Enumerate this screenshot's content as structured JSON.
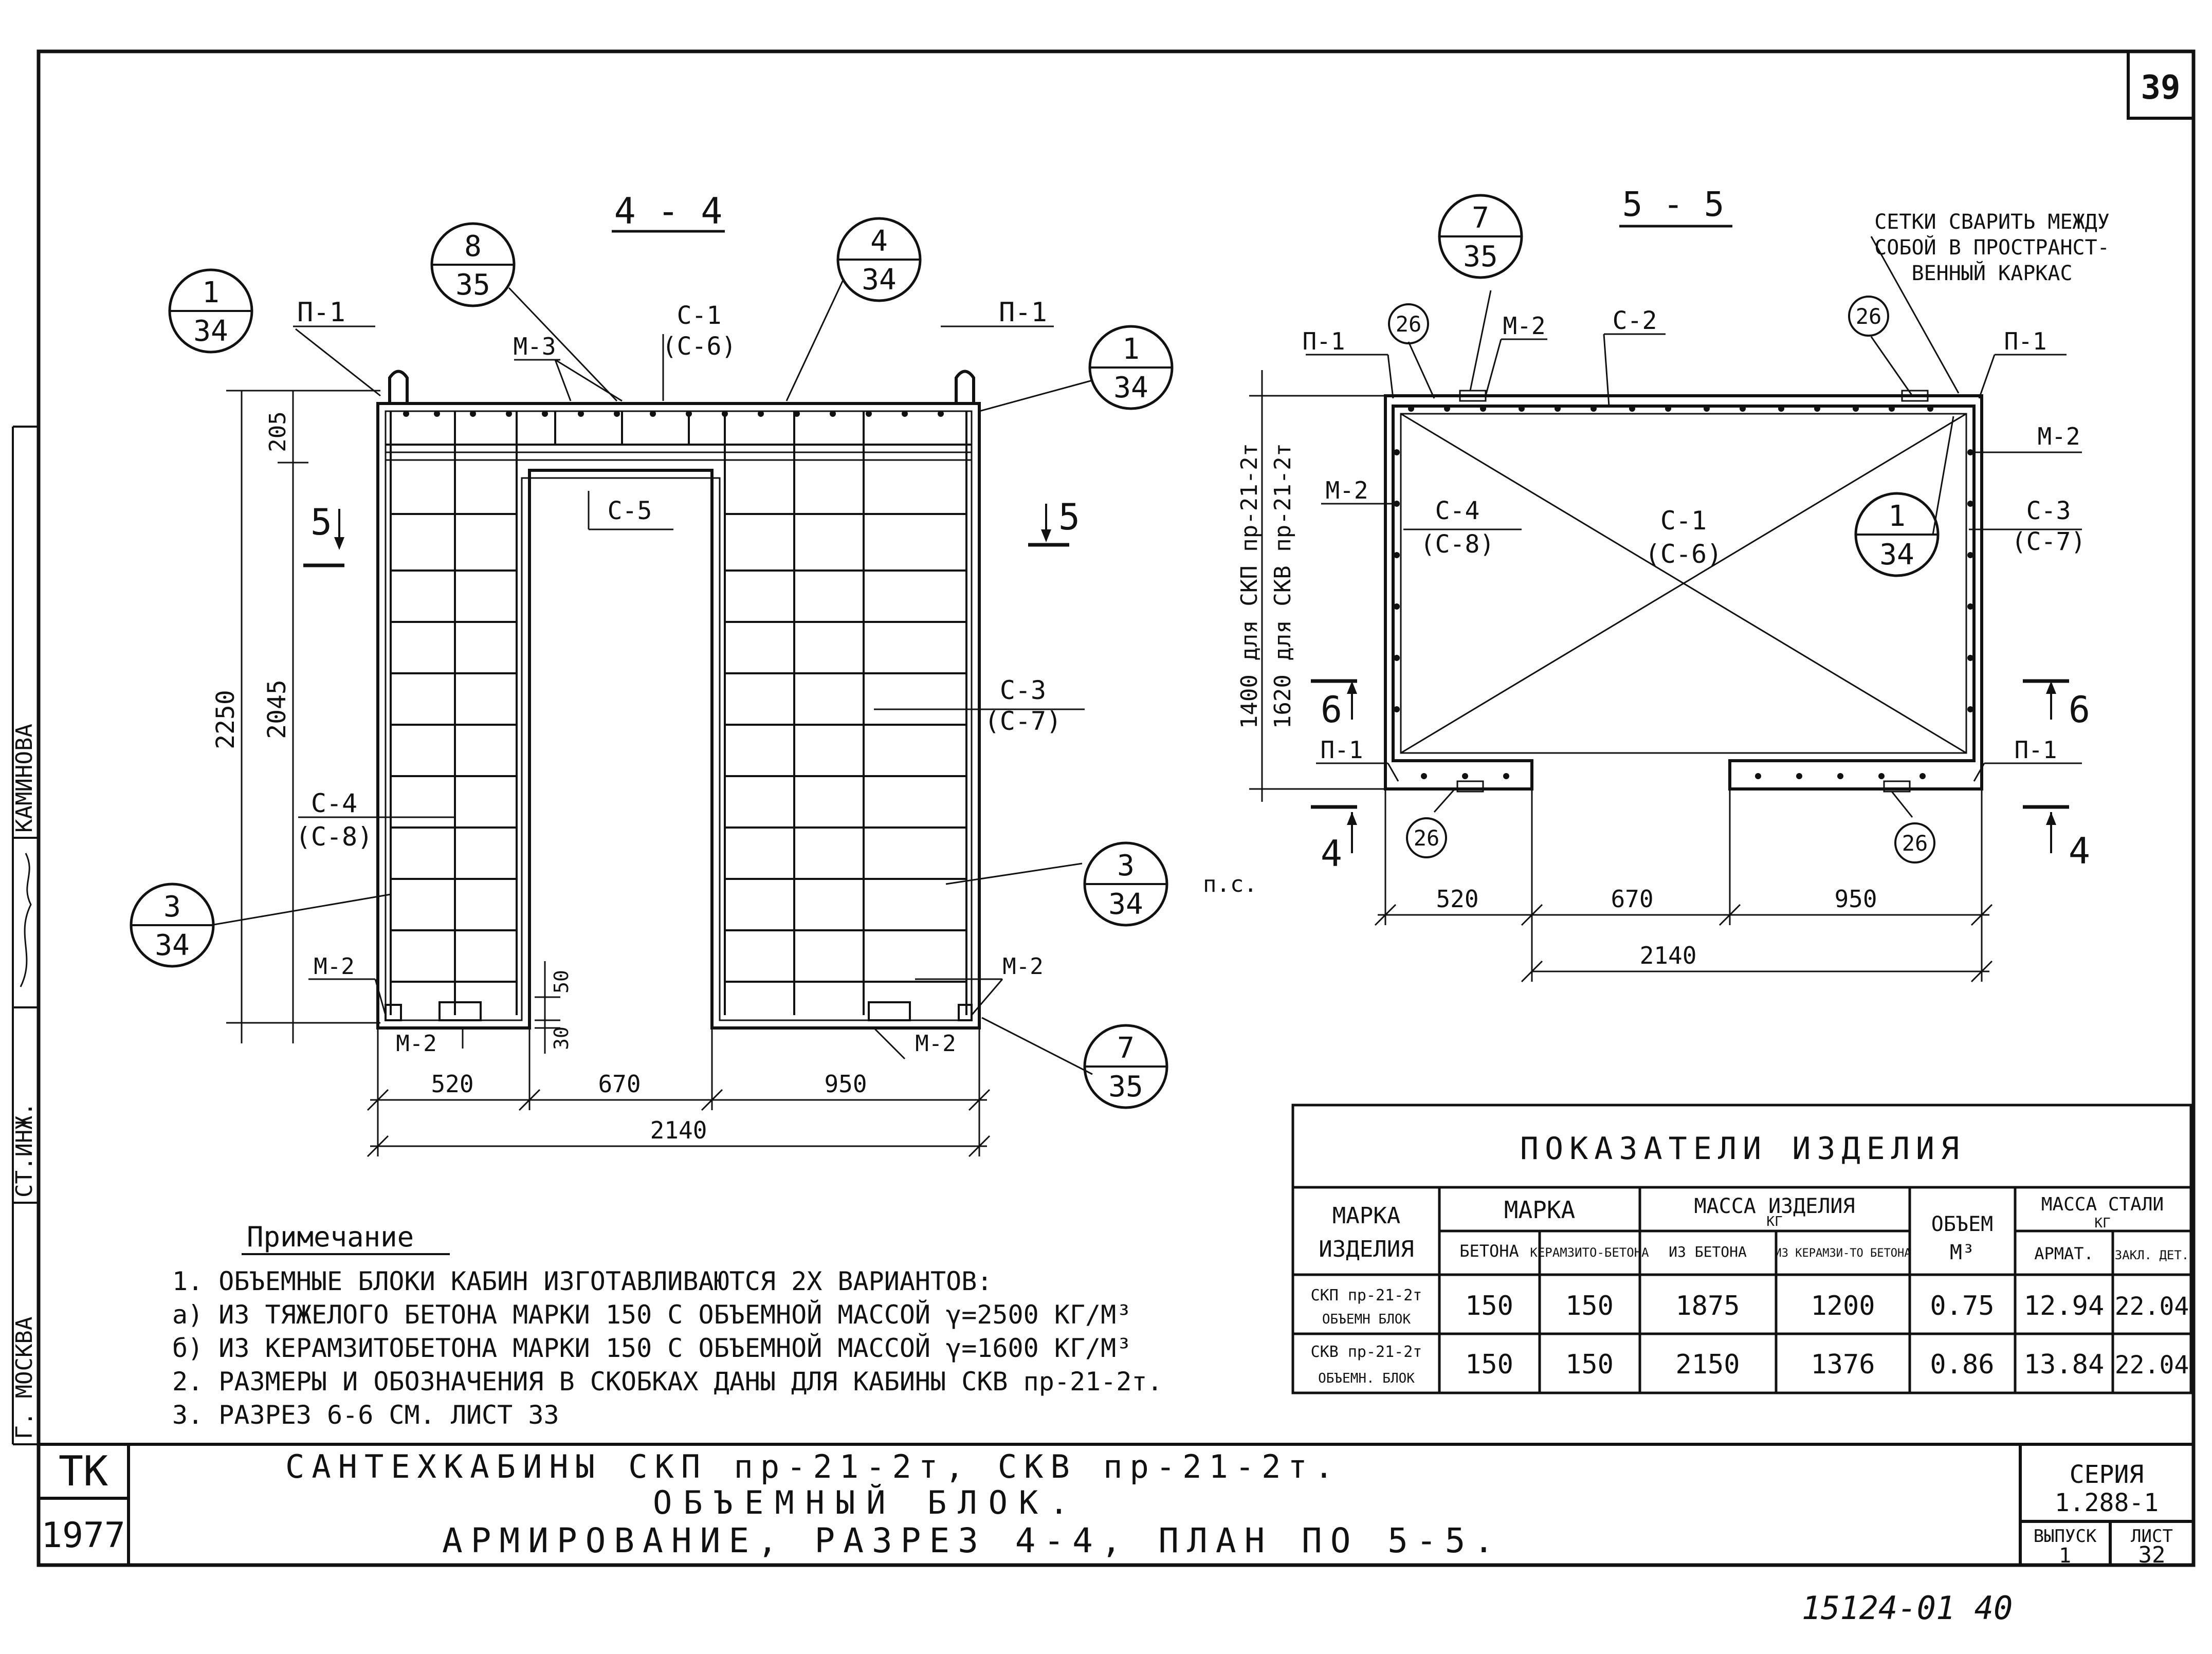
{
  "sheet": {
    "page_no": "39",
    "stamp_number": "15124-01 40",
    "left_margin": {
      "city": "Г. МОСКВА",
      "role": "СТ.ИНЖ.",
      "name": "КАМИНОВА"
    }
  },
  "section_4_4": {
    "title": "4 - 4",
    "callouts": [
      {
        "top": "1",
        "bottom": "34"
      },
      {
        "top": "8",
        "bottom": "35"
      },
      {
        "top": "4",
        "bottom": "34"
      },
      {
        "top": "1",
        "bottom": "34"
      },
      {
        "top": "3",
        "bottom": "34"
      },
      {
        "top": "3",
        "bottom": "34"
      },
      {
        "top": "7",
        "bottom": "35"
      }
    ],
    "labels": {
      "p1_left": "П-1",
      "p1_right": "П-1",
      "m3": "М-3",
      "c1": "С-1",
      "c6": "(С-6)",
      "c5": "С-5",
      "c3": "С-3",
      "c7": "(С-7)",
      "c4": "С-4",
      "c8": "(С-8)",
      "m2_left": "М-2",
      "m2_right": "М-2",
      "m2_bottom_left": "М-2",
      "m2_bottom_right": "М-2",
      "cut_left": "5",
      "cut_right": "5",
      "ps": "п.с."
    },
    "dims": {
      "h_total": "2250",
      "h_inner": "2045",
      "h_top": "205",
      "d50": "50",
      "d30": "30",
      "w1": "520",
      "w2": "670",
      "w3": "950",
      "w_total": "2140"
    }
  },
  "section_5_5": {
    "title": "5 - 5",
    "note": [
      "СЕТКИ СВАРИТЬ МЕЖДУ",
      "СОБОЙ В ПРОСТРАНСТ-",
      "ВЕННЫЙ КАРКАС"
    ],
    "callouts": [
      {
        "top": "7",
        "bottom": "35"
      },
      {
        "top": "1",
        "bottom": "34"
      }
    ],
    "small_circle": "26",
    "labels": {
      "p1_tl": "П-1",
      "p1_tr": "П-1",
      "p1_bl": "П-1",
      "p1_br": "П-1",
      "m2_top": "М-2",
      "m2_left": "М-2",
      "m2_right": "М-2",
      "c2": "С-2",
      "c4": "С-4",
      "c8": "(С-8)",
      "c1": "С-1",
      "c6": "(С-6)",
      "c3": "С-3",
      "c7": "(С-7)",
      "cut6_left": "6",
      "cut6_right": "6",
      "cut4_left": "4",
      "cut4_right": "4"
    },
    "dims": {
      "h1": "1400 для СКП пр-21-2т",
      "h2": "1620 для СКВ пр-21-2т",
      "w1": "520",
      "w2": "670",
      "w3": "950",
      "w_total": "2140"
    }
  },
  "table": {
    "title": "ПОКАЗАТЕЛИ ИЗДЕЛИЯ",
    "h_mark": "МАРКА",
    "h_mark2": "ИЗДЕЛИЯ",
    "h_grade": "МАРКА",
    "h_concrete": "БЕТОНА",
    "h_keram": "КЕРАМЗИТО-БЕТОНА",
    "h_mass": "МАССА ИЗДЕЛИЯ",
    "h_kg": "КГ",
    "h_from_conc": "ИЗ БЕТОНА",
    "h_from_keram": "ИЗ КЕРАМЗИ-ТО БЕТОНА",
    "h_volume": "ОБЪЕМ",
    "h_m3": "М³",
    "h_steel": "МАССА СТАЛИ",
    "h_steel_kg": "КГ",
    "h_armat": "АРМАТ.",
    "h_zakl": "ЗАКЛ. ДЕТ.",
    "rows": [
      {
        "mark1": "СКП пр-21-2т",
        "mark2": "ОБЪЕМН БЛОК",
        "conc": "150",
        "keram": "150",
        "m_conc": "1875",
        "m_keram": "1200",
        "vol": "0.75",
        "armat": "12.94",
        "zakl": "22.04"
      },
      {
        "mark1": "СКВ пр-21-2т",
        "mark2": "ОБЪЕМН. БЛОК",
        "conc": "150",
        "keram": "150",
        "m_conc": "2150",
        "m_keram": "1376",
        "vol": "0.86",
        "armat": "13.84",
        "zakl": "22.04"
      }
    ]
  },
  "notes": {
    "title": "Примечание",
    "lines": [
      "1. ОБЪЕМНЫЕ БЛОКИ КАБИН ИЗГОТАВЛИВАЮТСЯ 2Х ВАРИАНТОВ:",
      "а) ИЗ ТЯЖЕЛОГО БЕТОНА МАРКИ 150 С ОБЪЕМНОЙ МАССОЙ γ=2500 КГ/М³",
      "б) ИЗ КЕРАМЗИТОБЕТОНА МАРКИ 150 С ОБЪЕМНОЙ МАССОЙ γ=1600 КГ/М³",
      "2. РАЗМЕРЫ И ОБОЗНАЧЕНИЯ В СКОБКАХ ДАНЫ ДЛЯ КАБИНЫ СКВ пр-21-2т.",
      "3. РАЗРЕЗ 6-6 СМ. ЛИСТ 33"
    ]
  },
  "title_block": {
    "org": "ТК",
    "year": "1977",
    "line1": "САНТЕХКАБИНЫ СКП пр-21-2т, СКВ пр-21-2т.",
    "line2": "ОБЪЕМНЫЙ БЛОК.",
    "line3": "АРМИРОВАНИЕ, РАЗРЕЗ 4-4, ПЛАН ПО 5-5.",
    "series_label": "СЕРИЯ",
    "series": "1.288-1",
    "issue_label": "ВЫПУСК",
    "issue": "1",
    "sheet_label": "ЛИСТ",
    "sheet": "32"
  }
}
